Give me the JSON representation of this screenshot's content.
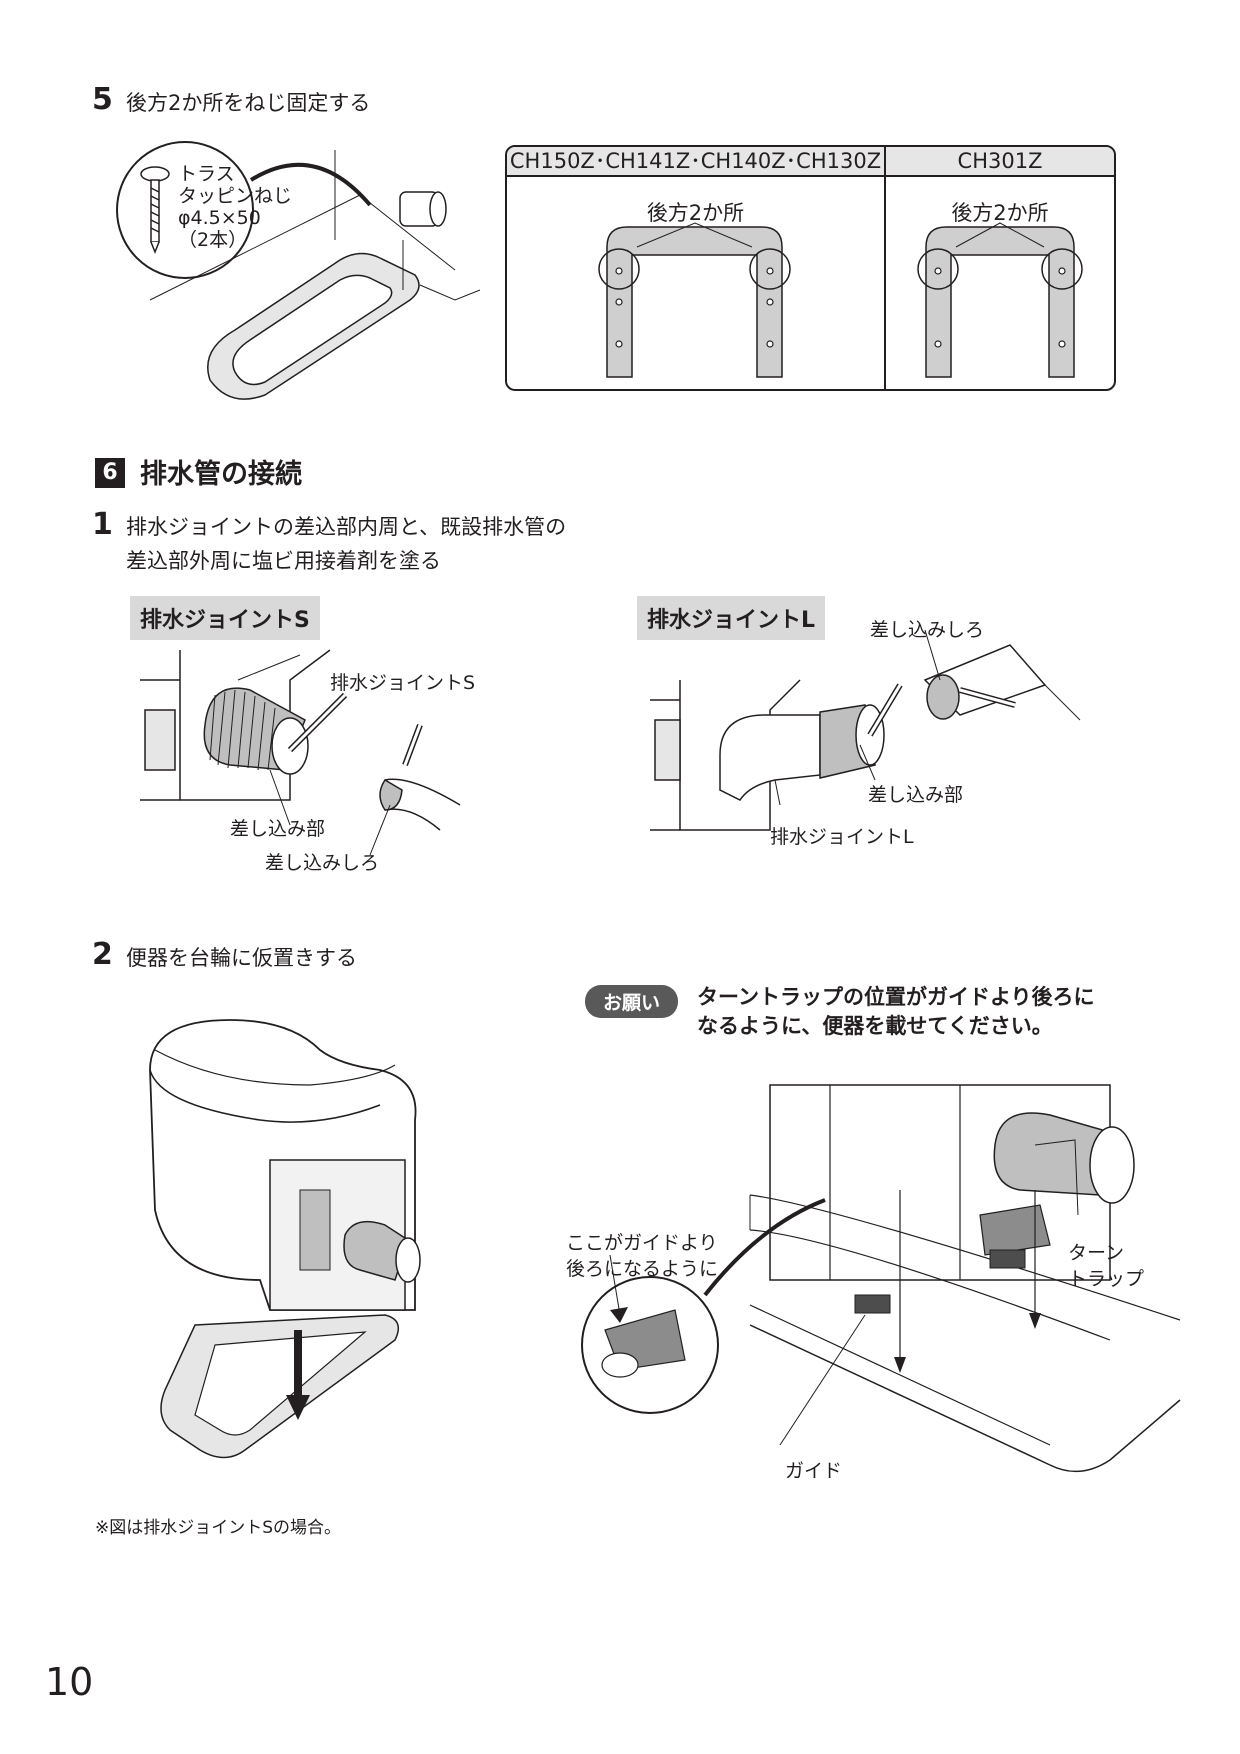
{
  "step5": {
    "num": "5",
    "text": "後方2か所をねじ固定する"
  },
  "screw_callout": {
    "lines": [
      "トラス",
      "タッピンねじ",
      "φ4.5×50",
      "（2本）"
    ]
  },
  "models": {
    "left_header": "CH150Z･CH141Z･CH140Z･CH130Z",
    "right_header": "CH301Z",
    "left_label": "後方2か所",
    "right_label": "後方2か所"
  },
  "section6": {
    "badge": "6",
    "title": "排水管の接続"
  },
  "step1": {
    "num": "1",
    "line1": "排水ジョイントの差込部内周と、既設排水管の",
    "line2": "差込部外周に塩ビ用接着剤を塗る"
  },
  "jointS": {
    "box": "排水ジョイントS",
    "callout_name": "排水ジョイントS",
    "insert_part": "差し込み部",
    "insert_margin": "差し込みしろ"
  },
  "jointL": {
    "box": "排水ジョイントL",
    "insert_margin": "差し込みしろ",
    "insert_part": "差し込み部",
    "callout_name": "排水ジョイントL"
  },
  "step2": {
    "num": "2",
    "text": "便器を台輪に仮置きする"
  },
  "request": {
    "badge": "お願い",
    "line1": "ターントラップの位置がガイドより後ろに",
    "line2": "なるように、便器を載せてください。"
  },
  "guide_fig": {
    "guide_note_1": "ここがガイドより",
    "guide_note_2": "後ろになるように",
    "turn_trap_1": "ターン",
    "turn_trap_2": "トラップ",
    "guide": "ガイド"
  },
  "footnote": "※図は排水ジョイントSの場合。",
  "page_number": "10"
}
